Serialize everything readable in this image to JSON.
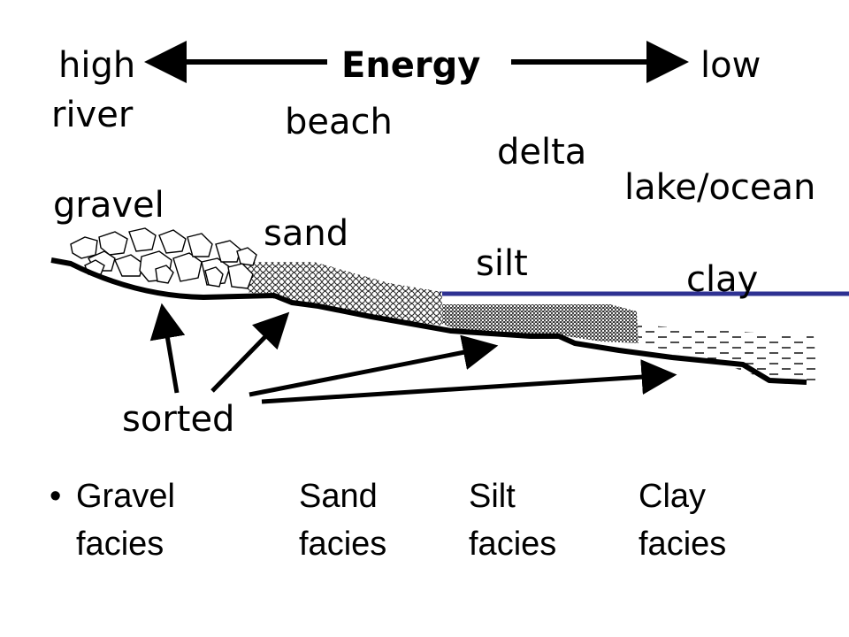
{
  "energy": {
    "high": "high",
    "title": "Energy",
    "low": "low"
  },
  "environments": {
    "river": "river",
    "beach": "beach",
    "delta": "delta",
    "lake_ocean": "lake/ocean"
  },
  "sediments": {
    "gravel": "gravel",
    "sand": "sand",
    "silt": "silt",
    "clay": "clay"
  },
  "sorted_label": "sorted",
  "bullet": "•",
  "facies": [
    {
      "name": "Gravel",
      "word": "facies"
    },
    {
      "name": "Sand",
      "word": "facies"
    },
    {
      "name": "Silt",
      "word": "facies"
    },
    {
      "name": "Clay",
      "word": "facies"
    }
  ],
  "colors": {
    "water_line": "#2e3192",
    "ink": "#000000"
  }
}
